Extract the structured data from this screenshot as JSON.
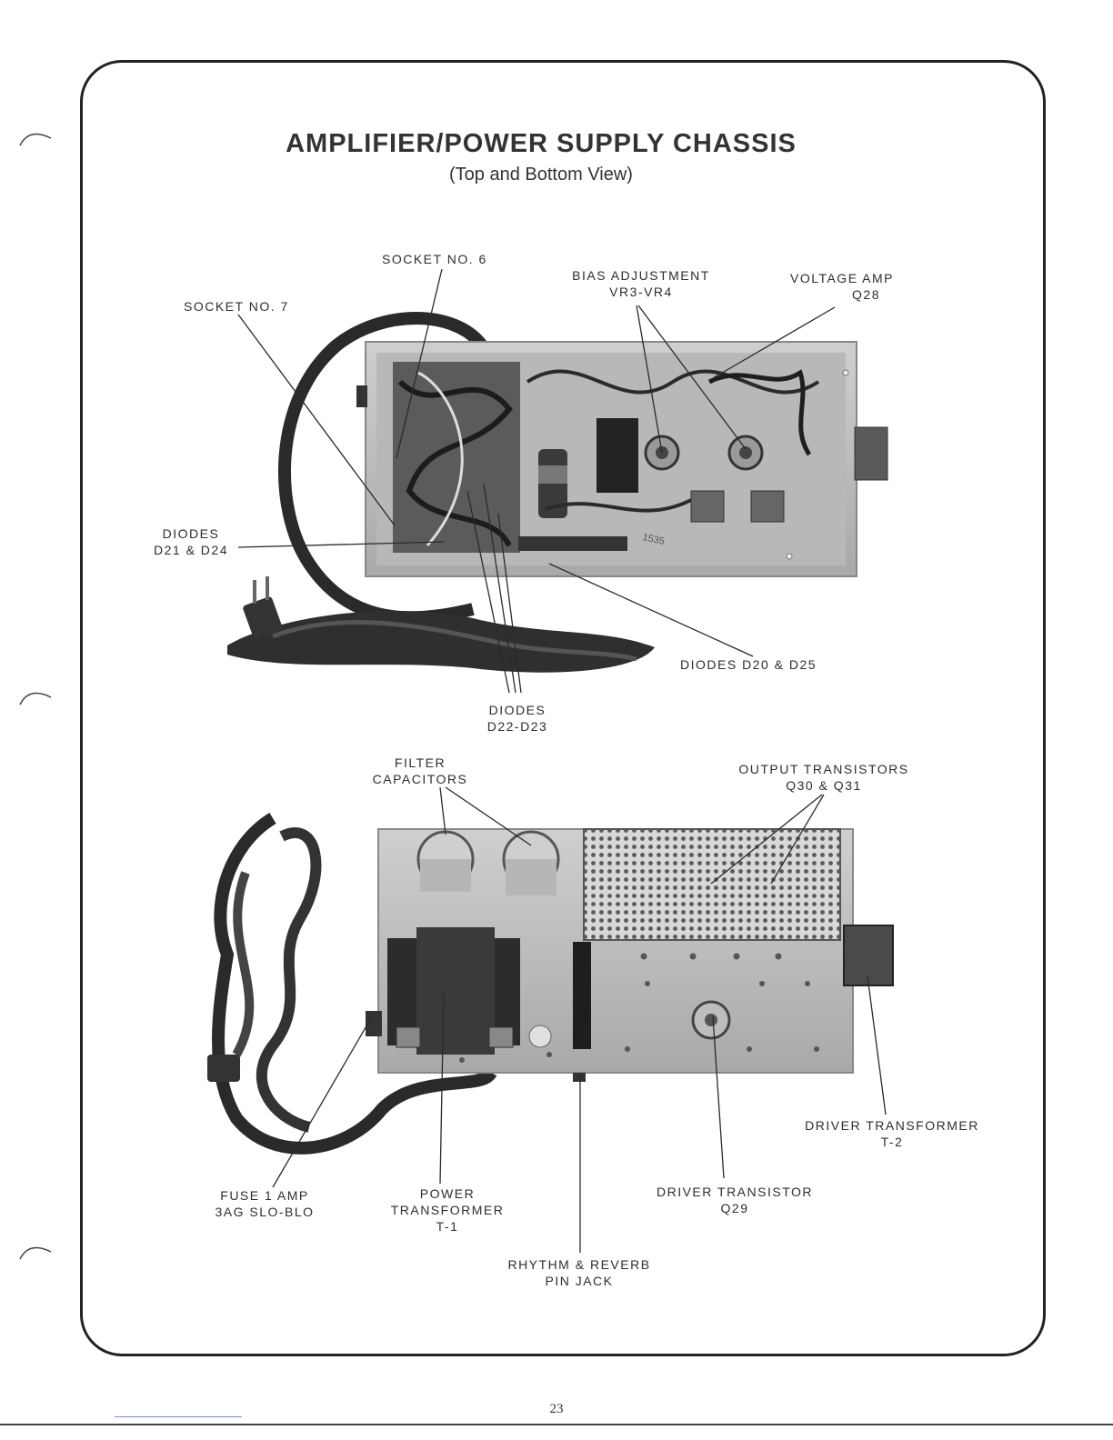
{
  "page": {
    "title": "AMPLIFIER/POWER SUPPLY CHASSIS",
    "subtitle": "(Top and Bottom View)",
    "page_number": "23"
  },
  "top_view": {
    "socket_6": "SOCKET NO. 6",
    "socket_7": "SOCKET NO. 7",
    "bias_line1": "BIAS ADJUSTMENT",
    "bias_line2": "VR3-VR4",
    "vamp_line1": "VOLTAGE AMP",
    "vamp_line2": "Q28",
    "d21_line1": "DIODES",
    "d21_line2": "D21 & D24",
    "d20": "DIODES D20 & D25",
    "d22_line1": "DIODES",
    "d22_line2": "D22-D23",
    "stamp": "1535"
  },
  "bottom_view": {
    "filter_line1": "FILTER",
    "filter_line2": "CAPACITORS",
    "output_line1": "OUTPUT TRANSISTORS",
    "output_line2": "Q30 & Q31",
    "driver_t_line1": "DRIVER TRANSFORMER",
    "driver_t_line2": "T-2",
    "fuse_line1": "FUSE 1 AMP",
    "fuse_line2": "3AG SLO-BLO",
    "power_line1": "POWER",
    "power_line2": "TRANSFORMER",
    "power_line3": "T-1",
    "driver_q_line1": "DRIVER TRANSISTOR",
    "driver_q_line2": "Q29",
    "rhythm_line1": "RHYTHM & REVERB",
    "rhythm_line2": "PIN JACK"
  }
}
